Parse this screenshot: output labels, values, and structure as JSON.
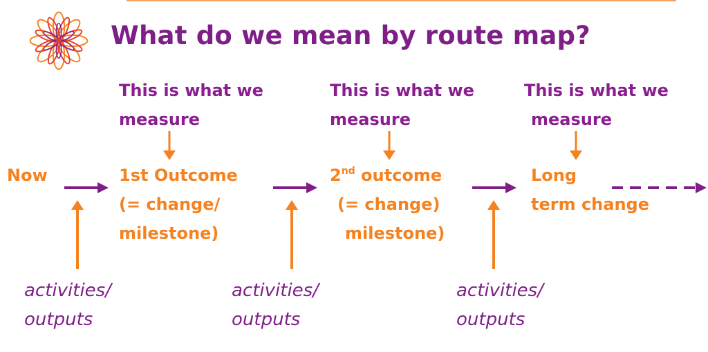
{
  "title": "What do we mean by route map?",
  "measure_labels": [
    {
      "line1": "This is what we",
      "line2": "measure"
    },
    {
      "line1": "This is what we",
      "line2": "measure"
    },
    {
      "line1": "This is what we",
      "line2": "measure"
    }
  ],
  "stages": {
    "now": "Now",
    "first": {
      "line1": "1st Outcome",
      "line2": "(= change/",
      "line3": "milestone)"
    },
    "second": {
      "line1_num": "2",
      "line1_sup": "nd",
      "line1_rest": " outcome",
      "line2": "(= change)",
      "line3": "milestone)"
    },
    "long": {
      "line1": "Long",
      "line2": "term change"
    }
  },
  "inputs": [
    {
      "line1": "activities/",
      "line2": "outputs"
    },
    {
      "line1": "activities/",
      "line2": "outputs"
    },
    {
      "line1": "activities/",
      "line2": "outputs"
    }
  ],
  "colors": {
    "purple": "#7e1f88",
    "orange": "#f58220",
    "logo_red": "#e8402a"
  }
}
